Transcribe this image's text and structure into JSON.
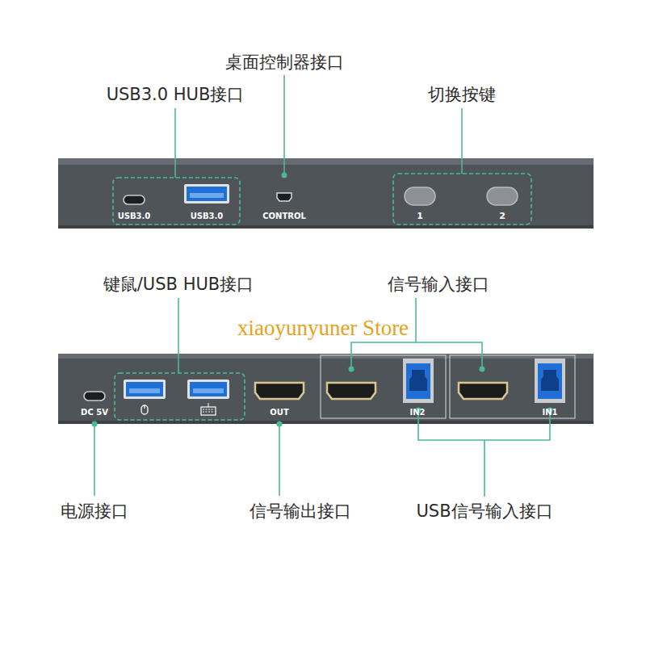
{
  "diagram": {
    "labels": [
      "桌面控制器接口",
      "USB3.0 HUB接口",
      "切换按键",
      "USB3.0",
      "USB3.0",
      "CONTROL",
      "1",
      "2",
      "键鼠/USB HUB接口",
      "信号输入接口",
      "xiaoyunyuner Store",
      "DC 5V",
      "OUT",
      "IN2",
      "IN1",
      "电源接口",
      "信号输出接口",
      "USB信号输入接口"
    ]
  }
}
